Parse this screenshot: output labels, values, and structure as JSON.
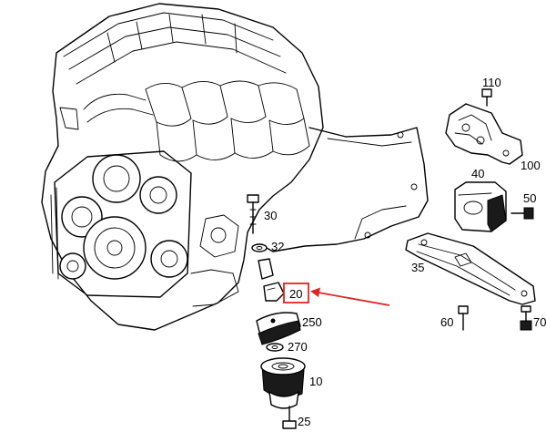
{
  "callouts": [
    {
      "id": "c110",
      "label": "110"
    },
    {
      "id": "c50",
      "label": "50"
    },
    {
      "id": "c100",
      "label": "100"
    },
    {
      "id": "c40",
      "label": "40"
    },
    {
      "id": "c30",
      "label": "30"
    },
    {
      "id": "c32",
      "label": "32"
    },
    {
      "id": "c35",
      "label": "35"
    },
    {
      "id": "c20",
      "label": "20"
    },
    {
      "id": "c250",
      "label": "250"
    },
    {
      "id": "c270",
      "label": "270"
    },
    {
      "id": "c10",
      "label": "10"
    },
    {
      "id": "c25",
      "label": "25"
    },
    {
      "id": "c60",
      "label": "60"
    },
    {
      "id": "c70",
      "label": "70"
    }
  ],
  "highlight": {
    "label_id": "c20",
    "box_color": "#e02424",
    "arrow_color": "#e02424"
  }
}
